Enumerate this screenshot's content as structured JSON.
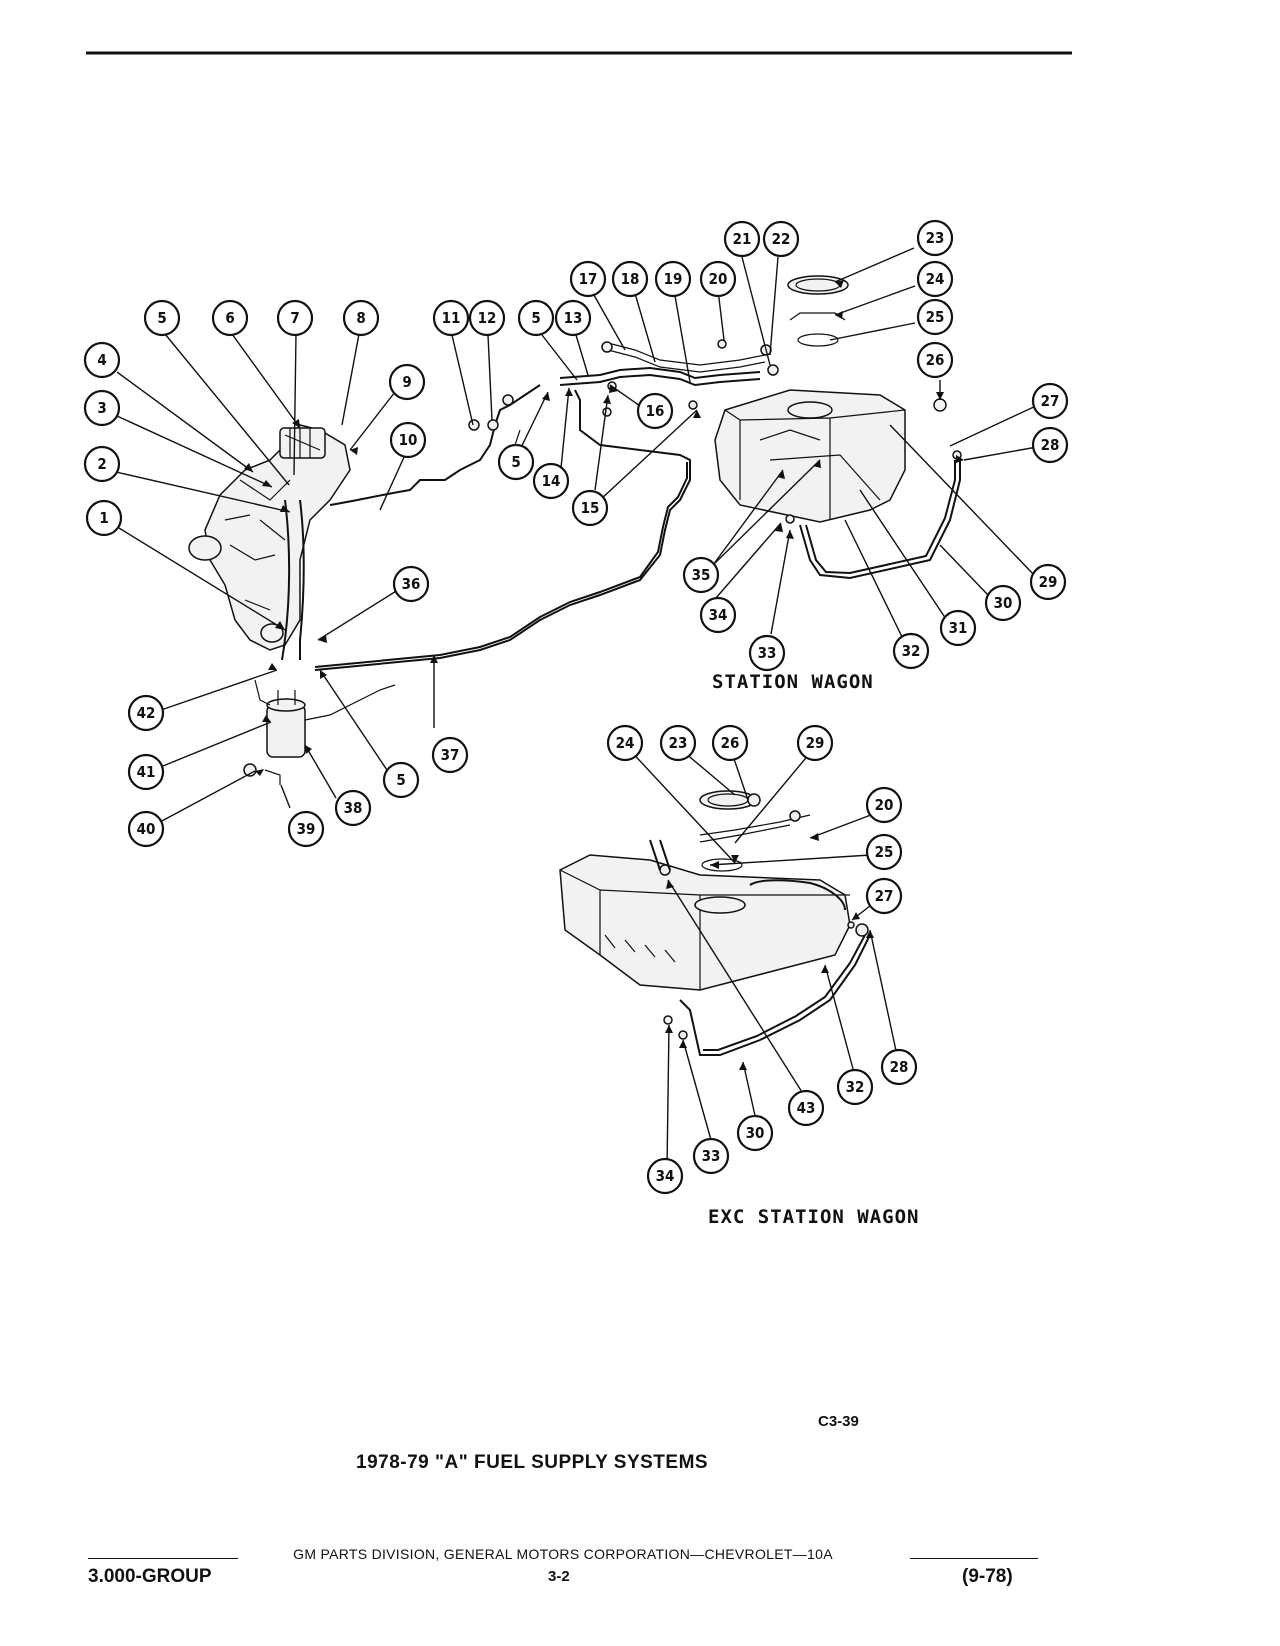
{
  "callouts": {
    "engine": [
      "1",
      "2",
      "3",
      "4",
      "5",
      "6",
      "7",
      "8",
      "9",
      "10",
      "36",
      "37",
      "38",
      "39",
      "40",
      "41",
      "42",
      "5"
    ],
    "lines": [
      "11",
      "12",
      "5",
      "13",
      "14",
      "5",
      "15",
      "16",
      "17",
      "18",
      "19",
      "20",
      "21",
      "22"
    ],
    "wagon": [
      "23",
      "24",
      "25",
      "26",
      "27",
      "28",
      "29",
      "30",
      "31",
      "32",
      "33",
      "34",
      "35"
    ],
    "sedan": [
      "24",
      "23",
      "26",
      "29",
      "20",
      "25",
      "27",
      "28",
      "32",
      "43",
      "30",
      "33",
      "34"
    ]
  },
  "labels": {
    "station_wagon": "STATION WAGON",
    "exc_station_wagon": "EXC STATION WAGON"
  },
  "figure_code": "C3-39",
  "title": "1978-79 \"A\" FUEL SUPPLY SYSTEMS",
  "footer": {
    "center": "GM PARTS DIVISION, GENERAL MOTORS CORPORATION—CHEVROLET—10A",
    "group": "3.000-GROUP",
    "page": "3-2",
    "date": "(9-78)"
  }
}
